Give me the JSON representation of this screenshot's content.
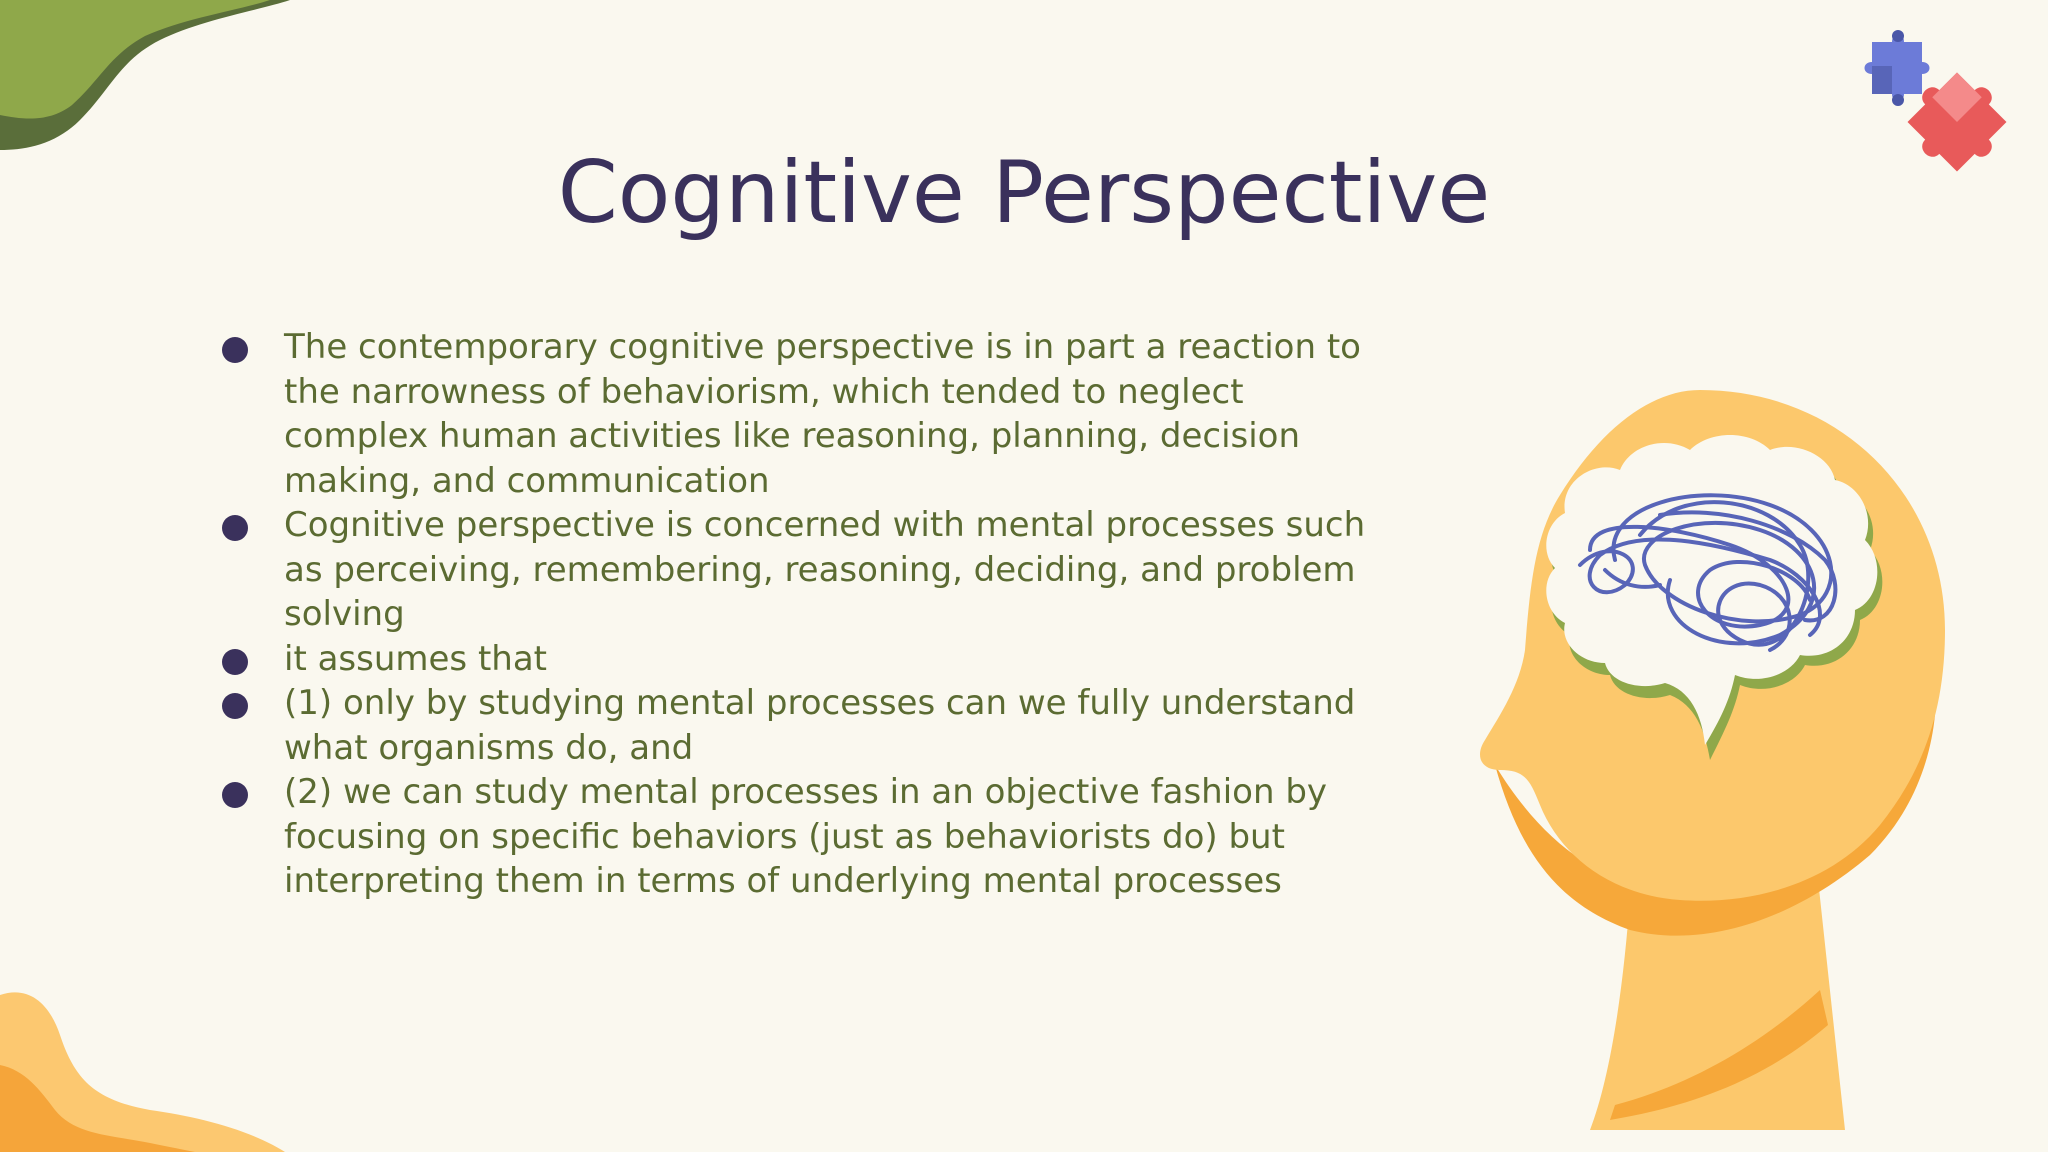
{
  "slide": {
    "title": "Cognitive Perspective",
    "bullets": [
      "The contemporary cognitive perspective is in part a reaction to the narrowness of behaviorism, which tended to neglect complex human activities like reasoning, planning, decision making, and communication",
      "Cognitive perspective is concerned with mental processes such as perceiving, remembering, reasoning, deciding, and problem solving",
      "it assumes that",
      "(1) only by studying mental processes can we fully understand what organisms do, and",
      "(2) we can study mental processes in an objective fashion by focusing on specific behaviors (just as behaviorists do) but interpreting them in terms of underlying mental processes"
    ]
  },
  "colors": {
    "background": "#faf8ef",
    "title": "#3a315c",
    "body_text": "#5b6b32",
    "bullet": "#3a315c",
    "green_blob_light": "#8fa84a",
    "green_blob_dark": "#5a6e3a",
    "orange_blob_light": "#fcc870",
    "orange_blob_dark": "#f5a53a",
    "head": "#fcc86c",
    "head_shade": "#f6a83a",
    "brain_cloud": "#faf8ef",
    "brain_shadow": "#8fa84a",
    "scribble": "#5865b8",
    "puzzle_blue": "#6c7bd8",
    "puzzle_red": "#e85a5a",
    "puzzle_pink": "#f48a8a"
  },
  "icons": {
    "top_left": "green-wave-blob",
    "bottom_left": "orange-wave-blob",
    "top_right": "puzzle-pieces-icon",
    "right": "head-with-brain-scribble-illustration"
  }
}
